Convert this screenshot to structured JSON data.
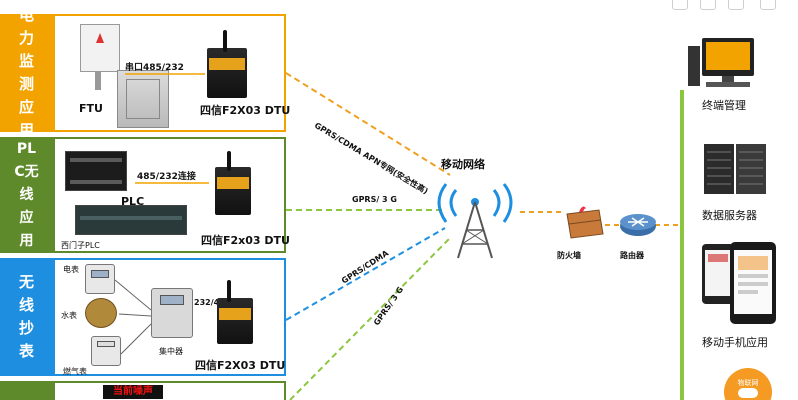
{
  "categories": [
    {
      "label": "电力监测应用",
      "color": "#f2a300"
    },
    {
      "label": "PLC无线应用",
      "color": "#5e8a2b"
    },
    {
      "label": "无线抄表",
      "color": "#1e8fe0"
    }
  ],
  "power_panel": {
    "ftu_label": "FTU",
    "serial_label": "串口485/232",
    "dtu_label": "四信F2X03 DTU"
  },
  "plc_panel": {
    "connect_label": "485/232连接",
    "plc_label": "PLC",
    "siemens_label": "西门子PLC",
    "dtu_label": "四信F2x03 DTU"
  },
  "meter_panel": {
    "electric_label": "电表",
    "water_label": "水表",
    "gas_label": "燃气表",
    "collector_label": "集中器",
    "link_label": "232/485",
    "dtu_label": "四信F2X03 DTU"
  },
  "fourth_panel": {
    "sign_text": "当前噪声"
  },
  "links": {
    "apn": "GPRS/CDMA APN专网(安全性高)",
    "gprs3g_top": "GPRS/ 3 G",
    "gprscdma": "GPRS/CDMA",
    "gprs3g_bottom": "GPRS/ 3 G"
  },
  "network": {
    "mobile_label": "移动网络",
    "firewall_label": "防火墙",
    "router_label": "路由器"
  },
  "right": {
    "terminal_label": "终端管理",
    "server_label": "数据服务器",
    "mobile_app_label": "移动手机应用",
    "badge_text": "物联网"
  },
  "colors": {
    "link_orange": "#f0a020",
    "link_green": "#8cc63f",
    "link_blue": "#1e90e0",
    "right_green": "#8cc63f"
  }
}
